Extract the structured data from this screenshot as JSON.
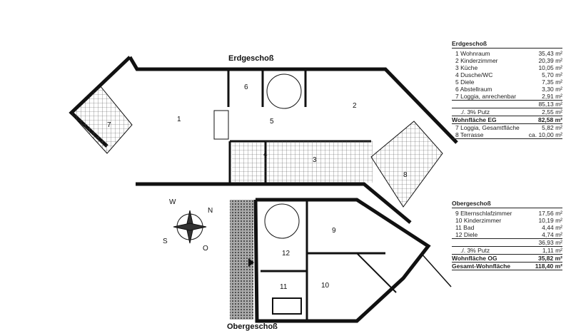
{
  "labels": {
    "eg": "Erdgeschoß",
    "og": "Obergeschoß"
  },
  "rooms": [
    "1",
    "2",
    "3",
    "4",
    "5",
    "6",
    "7",
    "8",
    "9",
    "10",
    "11",
    "12"
  ],
  "compass": {
    "n": "N",
    "o": "O",
    "s": "S",
    "w": "W"
  },
  "eg_table": {
    "title": "Erdgeschoß",
    "items": [
      {
        "label": "1  Wohnraum",
        "value": "35,43 m²"
      },
      {
        "label": "2  Kinderzimmer",
        "value": "20,39 m²"
      },
      {
        "label": "3  Küche",
        "value": "10,05 m²"
      },
      {
        "label": "4  Dusche/WC",
        "value": "5,70 m²"
      },
      {
        "label": "5  Diele",
        "value": "7,35 m²"
      },
      {
        "label": "6  Abstellraum",
        "value": "3,30 m²"
      },
      {
        "label": "7  Loggia, anrechenbar",
        "value": "2,91 m²"
      }
    ],
    "sum": "85,13 m²",
    "putz_label": "./. 3% Putz",
    "putz": "2,55 m²",
    "total_label": "Wohnfläche EG",
    "total": "82,58 m²",
    "extra": [
      {
        "label": "7  Loggia, Gesamtfläche",
        "value": "5,82 m²"
      },
      {
        "label": "8  Terrasse",
        "value": "ca. 10,00 m²"
      }
    ]
  },
  "og_table": {
    "title": "Obergeschoß",
    "items": [
      {
        "label": "9  Elternschlafzimmer",
        "value": "17,56 m²"
      },
      {
        "label": "10  Kinderzimmer",
        "value": "10,19 m²"
      },
      {
        "label": "11  Bad",
        "value": "4,44 m²"
      },
      {
        "label": "12  Diele",
        "value": "4,74 m²"
      }
    ],
    "sum": "36,93 m²",
    "putz_label": "./. 3% Putz",
    "putz": "1,11 m²",
    "total_label": "Wohnfläche OG",
    "total": "35,82 m²",
    "grand_label": "Gesamt-Wohnfläche",
    "grand": "118,40 m²"
  }
}
